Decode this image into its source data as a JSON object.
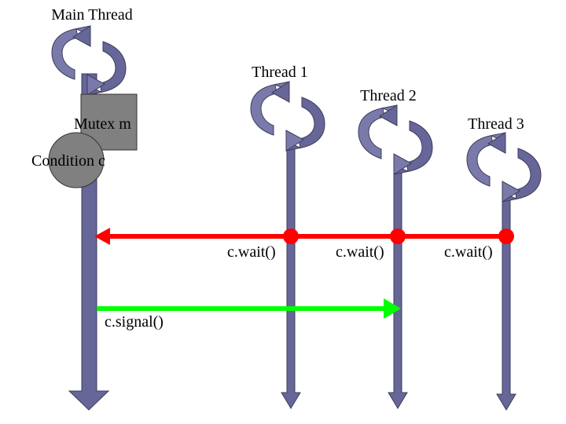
{
  "colors": {
    "thread_fill": "#666699",
    "thread_fill_light": "#7a7aaa",
    "thread_stroke": "#3c3c5c",
    "mutex_fill": "#808080",
    "condition_fill": "#808080",
    "wait_line": "#ff0000",
    "signal_line": "#00ff00"
  },
  "main_thread": {
    "label": "Main Thread"
  },
  "threads": [
    {
      "label": "Thread 1",
      "wait_label": "c.wait()"
    },
    {
      "label": "Thread 2",
      "wait_label": "c.wait()"
    },
    {
      "label": "Thread 3",
      "wait_label": "c.wait()"
    }
  ],
  "mutex": {
    "label": "Mutex m"
  },
  "condition": {
    "label": "Condition c"
  },
  "signal": {
    "label": "c.signal()",
    "target_thread": "Thread 2"
  },
  "icons": {
    "thread_cycle": "circular-arrows-icon"
  }
}
